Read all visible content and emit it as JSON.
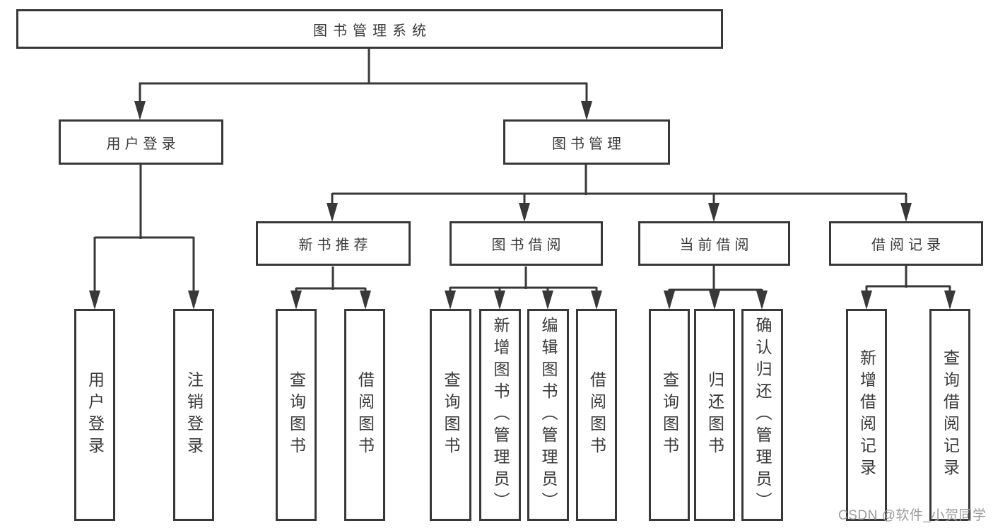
{
  "colors": {
    "line": "#383838",
    "text": "#3a3a3a",
    "box_background": "#ffffff",
    "watermark": "#9b9b9b",
    "page_background": "#ffffff"
  },
  "diagram": {
    "type": "hierarchy-tree",
    "nodes": {
      "root": "图书管理系统",
      "user_login": "用户登录",
      "book_mgmt": "图书管理",
      "new_book_rec": "新书推荐",
      "book_borrow": "图书借阅",
      "current_borrow": "当前借阅",
      "borrow_record": "借阅记录",
      "leaf_user_login": "用户登录",
      "leaf_logout": "注销登录",
      "leaf_nbr_query": "查询图书",
      "leaf_nbr_borrow": "借阅图书",
      "leaf_bb_query": "查询图书",
      "leaf_bb_add": "新增图书（管理员）",
      "leaf_bb_edit": "编辑图书（管理员）",
      "leaf_bb_borrow": "借阅图书",
      "leaf_cb_query": "查询图书",
      "leaf_cb_return": "归还图书",
      "leaf_cb_confirm": "确认归还（管理员）",
      "leaf_br_add": "新增借阅记录",
      "leaf_br_query": "查询借阅记录"
    },
    "edges": [
      [
        "root",
        "user_login"
      ],
      [
        "root",
        "book_mgmt"
      ],
      [
        "user_login",
        "leaf_user_login"
      ],
      [
        "user_login",
        "leaf_logout"
      ],
      [
        "book_mgmt",
        "new_book_rec"
      ],
      [
        "book_mgmt",
        "book_borrow"
      ],
      [
        "book_mgmt",
        "current_borrow"
      ],
      [
        "book_mgmt",
        "borrow_record"
      ],
      [
        "new_book_rec",
        "leaf_nbr_query"
      ],
      [
        "new_book_rec",
        "leaf_nbr_borrow"
      ],
      [
        "book_borrow",
        "leaf_bb_query"
      ],
      [
        "book_borrow",
        "leaf_bb_add"
      ],
      [
        "book_borrow",
        "leaf_bb_edit"
      ],
      [
        "book_borrow",
        "leaf_bb_borrow"
      ],
      [
        "current_borrow",
        "leaf_cb_query"
      ],
      [
        "current_borrow",
        "leaf_cb_return"
      ],
      [
        "current_borrow",
        "leaf_cb_confirm"
      ],
      [
        "borrow_record",
        "leaf_br_add"
      ],
      [
        "borrow_record",
        "leaf_br_query"
      ]
    ]
  },
  "watermark": {
    "text": "CSDN @软件_小贺同学"
  }
}
